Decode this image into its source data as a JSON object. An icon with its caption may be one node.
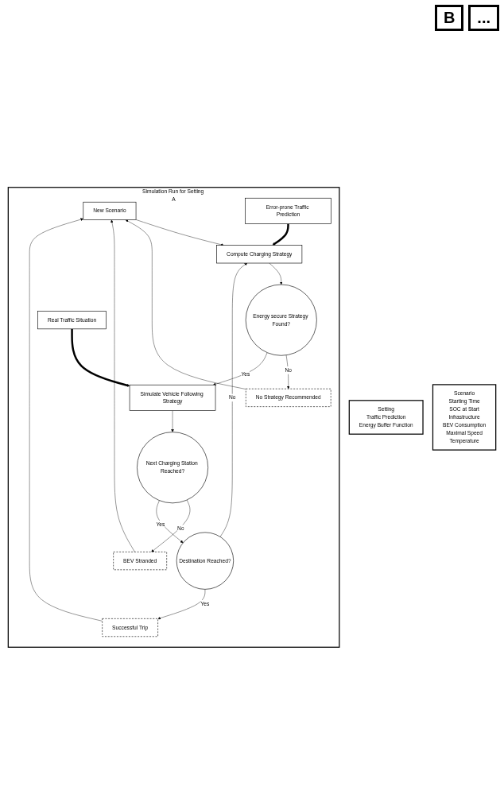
{
  "diagram": {
    "nodes": [
      {
        "text": [
          "Setting",
          "Traffic Prediction",
          "Energy Buffer Function"
        ]
      },
      {
        "text": [
          "Scenario",
          "Starting Time",
          "SOC at Start",
          "Infrastructure",
          "BEV Consumption",
          "Maximal Speed",
          "Temperature"
        ]
      },
      {
        "text": [
          "Simulation Run for Setting A"
        ]
      },
      {
        "text": [
          "New Scenario"
        ],
        "in": 2
      },
      {
        "text": [
          "Error-prone Traffic Prediction"
        ],
        "in": 2
      },
      {
        "text": [
          "Compute Charging Strategy"
        ],
        "in": 2
      },
      {
        "text": [
          "Energy secure Strategy Found?"
        ],
        "in": 2
      },
      {
        "text": [
          "No Strategy Recommended"
        ],
        "in": 2
      },
      {
        "text": [
          "Real Traffic Situation"
        ],
        "in": 2
      },
      {
        "text": [
          "Simulate Vehicle Following Strategy"
        ],
        "in": 2
      },
      {
        "text": [
          "Next Charging Station Reached?"
        ],
        "in": 2
      },
      {
        "text": [
          "BEV Stranded"
        ],
        "in": 2
      },
      {
        "text": [
          "Destination Reached?"
        ],
        "in": 2
      },
      {
        "text": [
          "Successful Trip"
        ],
        "in": 2
      }
    ],
    "edges": [
      {
        "from": 3,
        "to": 5,
        "arrow": "to"
      },
      {
        "from": 4,
        "to": 5,
        "arrow": "to",
        "style": "thick"
      },
      {
        "from": 5,
        "to": 6,
        "arrow": "to"
      },
      {
        "from": 6,
        "to": 7,
        "arrow": "to",
        "label": "No"
      },
      {
        "from": 6,
        "to": 9,
        "arrow": "to",
        "label": "Yes"
      },
      {
        "from": 8,
        "to": 9,
        "arrow": "to",
        "style": "thick"
      },
      {
        "from": 9,
        "to": 10,
        "arrow": "to"
      },
      {
        "from": 10,
        "to": 11,
        "arrow": "to",
        "label": "No"
      },
      {
        "from": 10,
        "to": 12,
        "arrow": "to",
        "label": "Yes"
      },
      {
        "from": 12,
        "to": 13,
        "arrow": "to",
        "label": "Yes"
      },
      {
        "from": 12,
        "to": 5,
        "arrow": "to",
        "label": "No"
      },
      {
        "from": 7,
        "to": 3,
        "arrow": "to"
      },
      {
        "from": 11,
        "to": 3,
        "arrow": "to"
      },
      {
        "from": 13,
        "to": 3,
        "arrow": "to"
      }
    ],
    "labels": [
      "B",
      "..."
    ]
  }
}
